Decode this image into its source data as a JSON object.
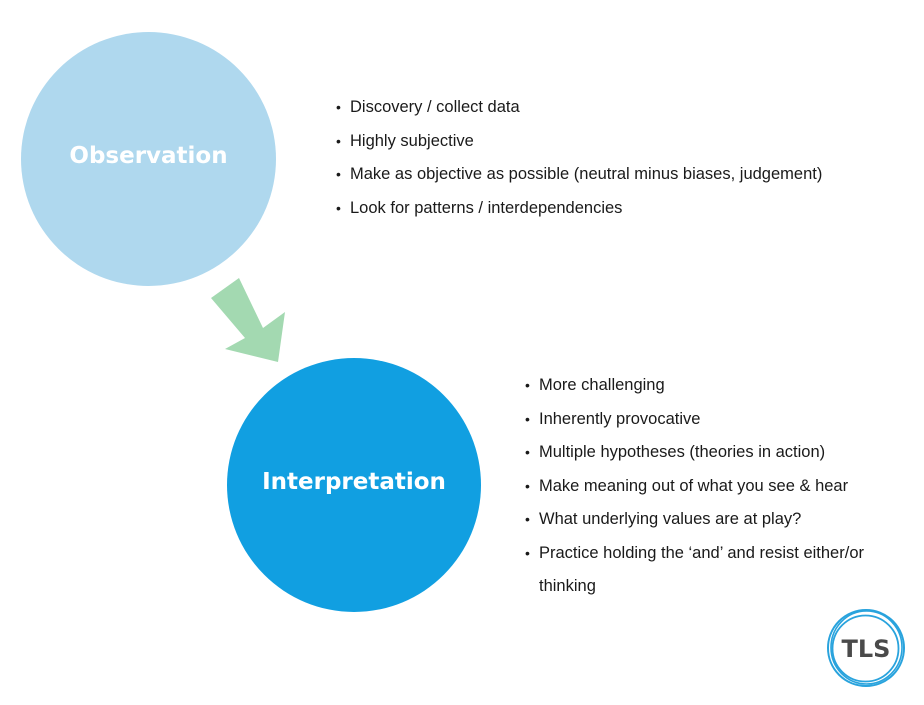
{
  "observation": {
    "title": "Observation",
    "color": "#afd8ee",
    "bullets": [
      "Discovery / collect data",
      "Highly subjective",
      "Make as objective as possible (neutral minus biases, judgement)",
      "Look for patterns / interdependencies"
    ]
  },
  "arrow": {
    "color": "#a3d9b1",
    "direction": "down-right"
  },
  "interpretation": {
    "title": "Interpretation",
    "color": "#119fe1",
    "bullets": [
      "More challenging",
      "Inherently provocative",
      "Multiple hypotheses (theories in action)",
      "Make meaning out of what you see & hear",
      "What underlying values are at play?",
      "Practice holding the ‘and’ and resist either/or thinking"
    ]
  },
  "logo": {
    "text": "TLS",
    "ring_color": "#29a3dd",
    "text_color": "#4a4a4a"
  }
}
